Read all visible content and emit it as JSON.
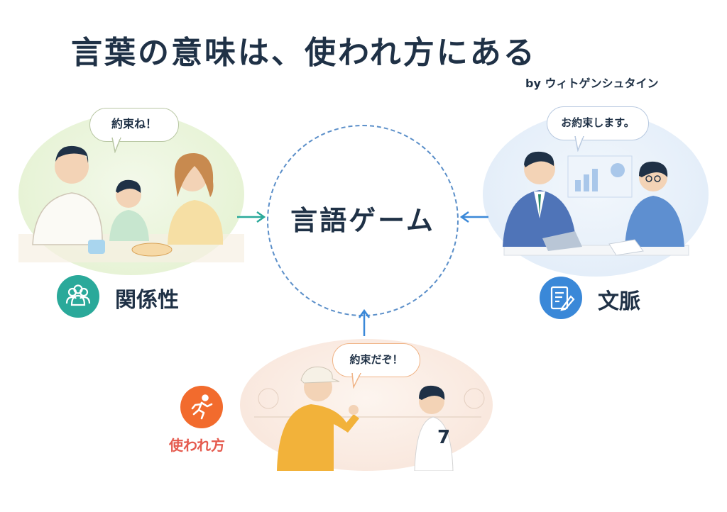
{
  "title": "言葉の意味は、使われ方にある",
  "author": "by ウィトゲンシュタイン",
  "center": {
    "label": "言語ゲーム"
  },
  "relationship": {
    "label": "関係性",
    "speech": "約束ね！"
  },
  "context": {
    "label": "文脈",
    "speech": "お約束します。"
  },
  "usage": {
    "label": "使われ方",
    "speech": "約束だぞ！",
    "jersey_number": "7"
  },
  "colors": {
    "title": "#1f3146",
    "relationship_accent": "#2aa99a",
    "context_accent": "#3a88d8",
    "usage_accent": "#f26b2d",
    "usage_label": "#e55b4f",
    "circle_dash": "#5b8fc9"
  },
  "icons": {
    "relationship": "people-group-icon",
    "context": "document-pen-icon",
    "usage": "running-person-icon"
  }
}
